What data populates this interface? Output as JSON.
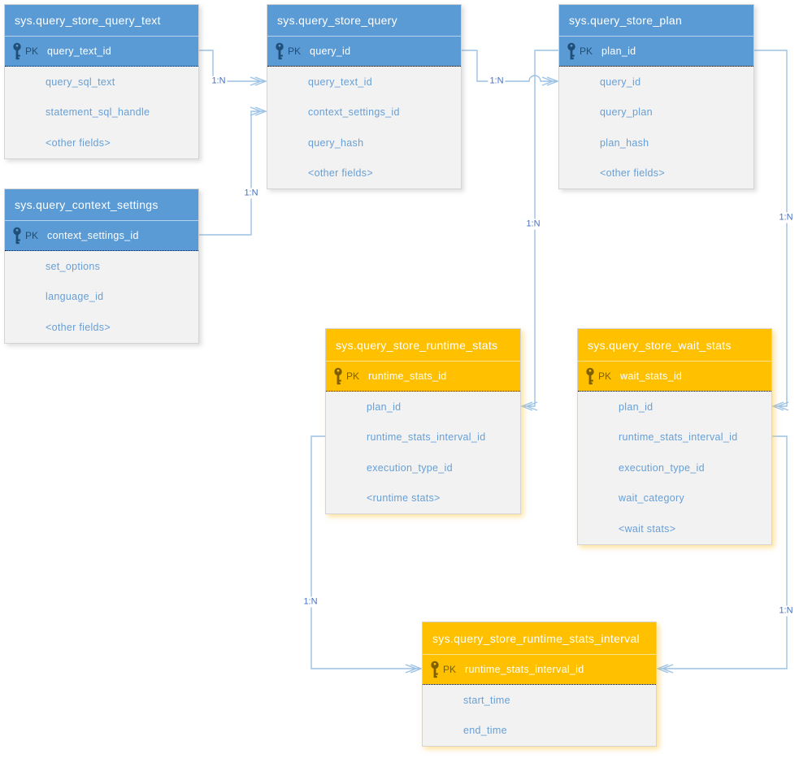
{
  "tables": [
    {
      "title": "sys.query_store_query_text",
      "theme": "blue",
      "pk_label": "PK",
      "pk_field": "query_text_id",
      "fields": [
        "query_sql_text",
        "statement_sql_handle",
        "<other fields>"
      ]
    },
    {
      "title": "sys.query_store_query",
      "theme": "blue",
      "pk_label": "PK",
      "pk_field": "query_id",
      "fields": [
        "query_text_id",
        "context_settings_id",
        "query_hash",
        "<other fields>"
      ]
    },
    {
      "title": "sys.query_store_plan",
      "theme": "blue",
      "pk_label": "PK",
      "pk_field": "plan_id",
      "fields": [
        "query_id",
        "query_plan",
        "plan_hash",
        "<other fields>"
      ]
    },
    {
      "title": "sys.query_context_settings",
      "theme": "blue",
      "pk_label": "PK",
      "pk_field": "context_settings_id",
      "fields": [
        "set_options",
        "language_id",
        "<other fields>"
      ]
    },
    {
      "title": "sys.query_store_runtime_stats",
      "theme": "orange",
      "pk_label": "PK",
      "pk_field": "runtime_stats_id",
      "fields": [
        "plan_id",
        "runtime_stats_interval_id",
        "execution_type_id",
        "<runtime stats>"
      ]
    },
    {
      "title": "sys.query_store_wait_stats",
      "theme": "orange",
      "pk_label": "PK",
      "pk_field": "wait_stats_id",
      "fields": [
        "plan_id",
        "runtime_stats_interval_id",
        "execution_type_id",
        "wait_category",
        "<wait stats>"
      ]
    },
    {
      "title": "sys.query_store_runtime_stats_interval",
      "theme": "orange",
      "pk_label": "PK",
      "pk_field": "runtime_stats_interval_id",
      "fields": [
        "start_time",
        "end_time"
      ]
    }
  ],
  "connectors": [
    {
      "label": "1:N",
      "from_table": "sys.query_store_query_text",
      "from_field": "query_text_id",
      "to_table": "sys.query_store_query",
      "to_field": "query_text_id"
    },
    {
      "label": "1:N",
      "from_table": "sys.query_context_settings",
      "from_field": "context_settings_id",
      "to_table": "sys.query_store_query",
      "to_field": "context_settings_id"
    },
    {
      "label": "1:N",
      "from_table": "sys.query_store_query",
      "from_field": "query_id",
      "to_table": "sys.query_store_plan",
      "to_field": "query_id"
    },
    {
      "label": "1:N",
      "from_table": "sys.query_store_plan",
      "from_field": "plan_id",
      "to_table": "sys.query_store_runtime_stats",
      "to_field": "plan_id"
    },
    {
      "label": "1:N",
      "from_table": "sys.query_store_plan",
      "from_field": "plan_id",
      "to_table": "sys.query_store_wait_stats",
      "to_field": "plan_id"
    },
    {
      "label": "1:N",
      "from_table": "sys.query_store_runtime_stats",
      "from_field": "runtime_stats_interval_id",
      "to_table": "sys.query_store_runtime_stats_interval",
      "to_field": "runtime_stats_interval_id"
    },
    {
      "label": "1:N",
      "from_table": "sys.query_store_wait_stats",
      "from_field": "runtime_stats_interval_id",
      "to_table": "sys.query_store_runtime_stats_interval",
      "to_field": "runtime_stats_interval_id"
    }
  ],
  "colors": {
    "blue_header": "#5B9BD5",
    "orange_header": "#FFC000",
    "body_bg": "#F2F2F2",
    "field_text": "#679FD6",
    "connector_line": "#9CC2E5",
    "connector_label": "#4472C4",
    "pk_text_blue": "#1F4E79",
    "pk_text_orange": "#7F6000"
  }
}
